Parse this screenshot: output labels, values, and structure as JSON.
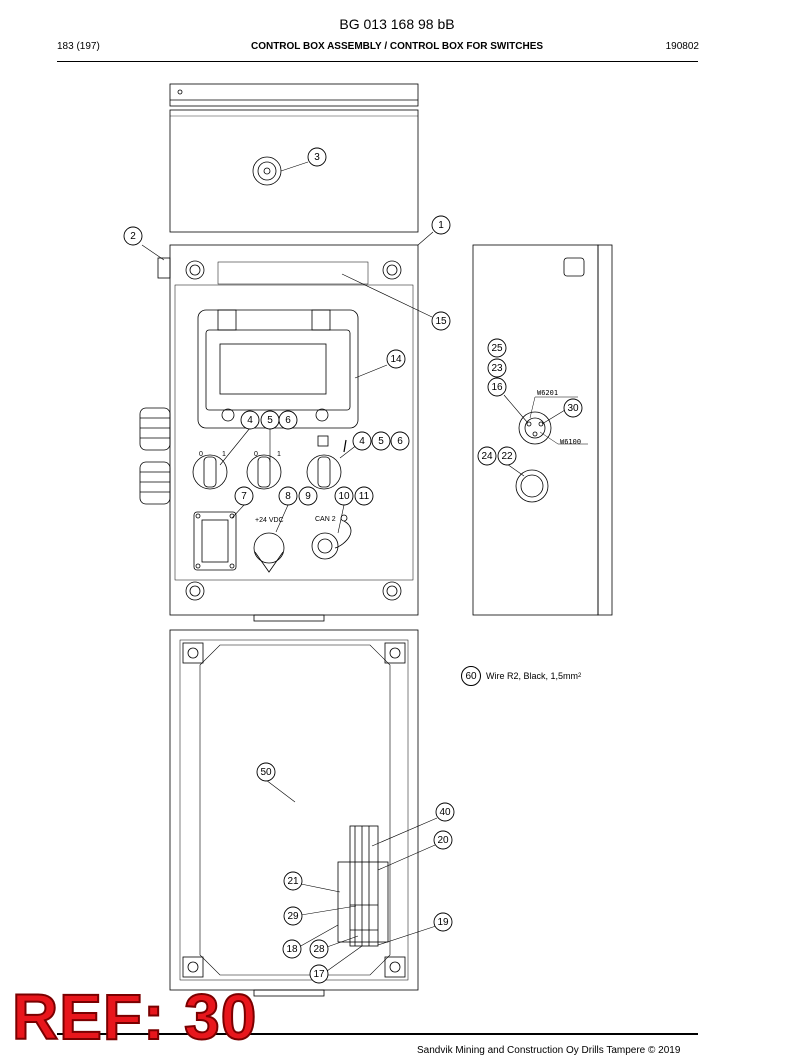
{
  "header": {
    "doc_number": "BG 013 168 98 bB",
    "page": "183 (197)",
    "title": "CONTROL BOX ASSEMBLY / CONTROL BOX FOR SWITCHES",
    "date": "190802"
  },
  "legend": {
    "item_number": "60",
    "text": "Wire R2, Black, 1,5mm",
    "superscript": "2"
  },
  "labels": {
    "plus24vdc": "+24 VDC",
    "can2": "CAN 2",
    "w6201": "W6201",
    "w6100": "W6100",
    "switch1_0": "0",
    "switch1_1": "1",
    "switch2_0": "0",
    "switch2_1": "1"
  },
  "callouts": [
    "1",
    "2",
    "3",
    "4",
    "5",
    "6",
    "7",
    "8",
    "9",
    "10",
    "11",
    "14",
    "15",
    "16",
    "17",
    "18",
    "19",
    "20",
    "21",
    "22",
    "23",
    "24",
    "25",
    "28",
    "29",
    "30",
    "40",
    "50"
  ],
  "footer": "Sandvik Mining and Construction Oy Drills Tampere © 2019",
  "ref_stamp": "REF: 30"
}
